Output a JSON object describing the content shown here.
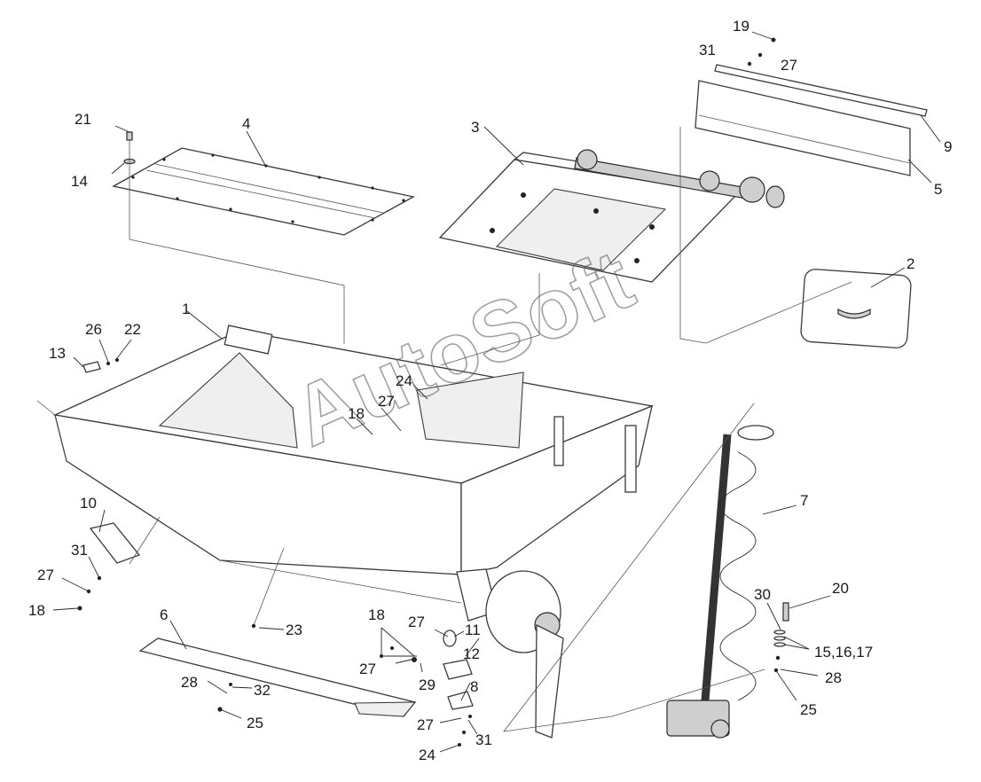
{
  "watermark": {
    "text": "AutoSoft"
  },
  "callouts": [
    {
      "id": "c1",
      "text": "1"
    },
    {
      "id": "c2",
      "text": "2"
    },
    {
      "id": "c3",
      "text": "3"
    },
    {
      "id": "c4",
      "text": "4"
    },
    {
      "id": "c5",
      "text": "5"
    },
    {
      "id": "c6",
      "text": "6"
    },
    {
      "id": "c7",
      "text": "7"
    },
    {
      "id": "c8",
      "text": "8"
    },
    {
      "id": "c9",
      "text": "9"
    },
    {
      "id": "c10",
      "text": "10"
    },
    {
      "id": "c11",
      "text": "11"
    },
    {
      "id": "c12",
      "text": "12"
    },
    {
      "id": "c13",
      "text": "13"
    },
    {
      "id": "c14",
      "text": "14"
    },
    {
      "id": "c15",
      "text": "15,16,17"
    },
    {
      "id": "c18a",
      "text": "18"
    },
    {
      "id": "c18b",
      "text": "18"
    },
    {
      "id": "c18c",
      "text": "18"
    },
    {
      "id": "c19",
      "text": "19"
    },
    {
      "id": "c20",
      "text": "20"
    },
    {
      "id": "c21",
      "text": "21"
    },
    {
      "id": "c22",
      "text": "22"
    },
    {
      "id": "c23",
      "text": "23"
    },
    {
      "id": "c24a",
      "text": "24"
    },
    {
      "id": "c24b",
      "text": "24"
    },
    {
      "id": "c25a",
      "text": "25"
    },
    {
      "id": "c25b",
      "text": "25"
    },
    {
      "id": "c26",
      "text": "26"
    },
    {
      "id": "c27a",
      "text": "27"
    },
    {
      "id": "c27b",
      "text": "27"
    },
    {
      "id": "c27c",
      "text": "27"
    },
    {
      "id": "c27d",
      "text": "27"
    },
    {
      "id": "c27e",
      "text": "27"
    },
    {
      "id": "c27f",
      "text": "27"
    },
    {
      "id": "c28a",
      "text": "28"
    },
    {
      "id": "c28b",
      "text": "28"
    },
    {
      "id": "c29",
      "text": "29"
    },
    {
      "id": "c30",
      "text": "30"
    },
    {
      "id": "c31a",
      "text": "31"
    },
    {
      "id": "c31b",
      "text": "31"
    },
    {
      "id": "c31c",
      "text": "31"
    },
    {
      "id": "c32",
      "text": "32"
    }
  ]
}
